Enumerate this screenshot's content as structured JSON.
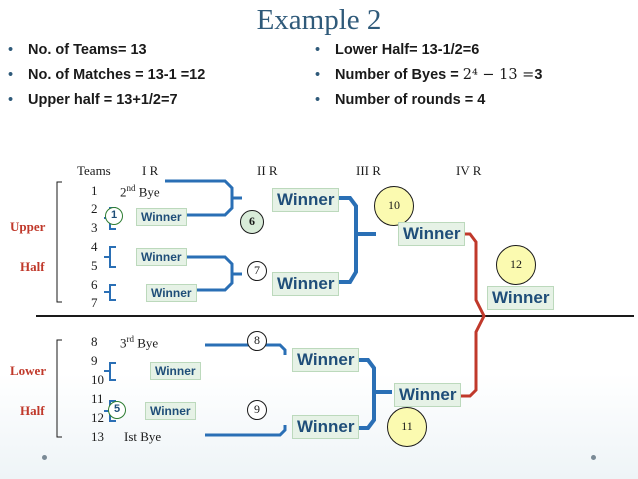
{
  "title": "Example 2",
  "bullets_left": [
    "No. of Teams= 13",
    "No. of Matches = 13-1 =12",
    "Upper half = 13+1/2=7"
  ],
  "bullets_right": {
    "lower_half": "Lower Half= 13-1/2=6",
    "byes_prefix": "Number of Byes = ",
    "byes_formula": "2⁴ − 13 =",
    "byes_result": "3",
    "rounds": "Number of rounds = 4"
  },
  "bullet_glyph": "•",
  "headers": {
    "teams": "Teams",
    "r1": "I R",
    "r2": "II R",
    "r3": "III R",
    "r4": "IV R"
  },
  "side_labels": {
    "upper": "Upper",
    "upper_half": "Half",
    "lower": "Lower",
    "lower_half": "Half"
  },
  "teams": [
    "1",
    "2",
    "3",
    "4",
    "5",
    "6",
    "7",
    "8",
    "9",
    "10",
    "11",
    "12",
    "13"
  ],
  "byes": {
    "second": {
      "num": "2",
      "sup": "nd",
      "word": " Bye"
    },
    "third": {
      "num": "3",
      "sup": "rd",
      "word": " Bye"
    },
    "first": {
      "text": "Ist Bye"
    }
  },
  "winner_label": "Winner",
  "matches": [
    "1",
    "5",
    "6",
    "7",
    "8",
    "9",
    "10",
    "11",
    "12"
  ],
  "colors": {
    "title": "#2f5a7a",
    "red_label": "#c0392b",
    "bracket_blue": "#2a6fb5",
    "final_red": "#c0392b",
    "divider": "#1a1a1a"
  }
}
